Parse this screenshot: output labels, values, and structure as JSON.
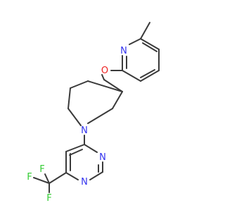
{
  "molecule": {
    "colors": {
      "bond": "#3a3a3a",
      "nitrogen": "#3333ee",
      "oxygen": "#ee2222",
      "fluorine": "#33cc33"
    },
    "atom_labels": {
      "n_pyridine": "N",
      "o_ether": "O",
      "n_piperidine": "N",
      "n_pyrimidine_top": "N",
      "n_pyrimidine_bottom": "N",
      "f_left": "F",
      "f_top": "F",
      "f_bottom": "F"
    }
  }
}
